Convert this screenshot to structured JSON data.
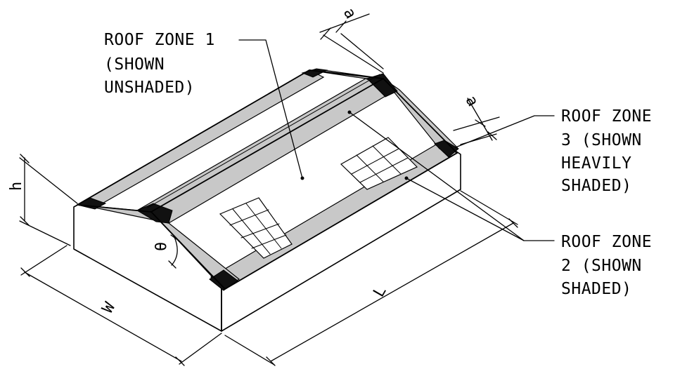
{
  "labels": {
    "zone1": [
      "ROOF ZONE 1",
      "(SHOWN",
      "UNSHADED)"
    ],
    "zone3": [
      "ROOF ZONE",
      "3 (SHOWN",
      "HEAVILY",
      "SHADED)"
    ],
    "zone2": [
      "ROOF ZONE",
      "2 (SHOWN",
      "SHADED)"
    ]
  },
  "dimensions": {
    "a_top": "a",
    "a_right": "a",
    "h": "h",
    "theta": "θ",
    "w": "W",
    "l": "L"
  },
  "colors": {
    "zone2_fill": "#c8c8c8",
    "zone3_fill": "#111111",
    "line": "#000000",
    "background": "#ffffff"
  }
}
